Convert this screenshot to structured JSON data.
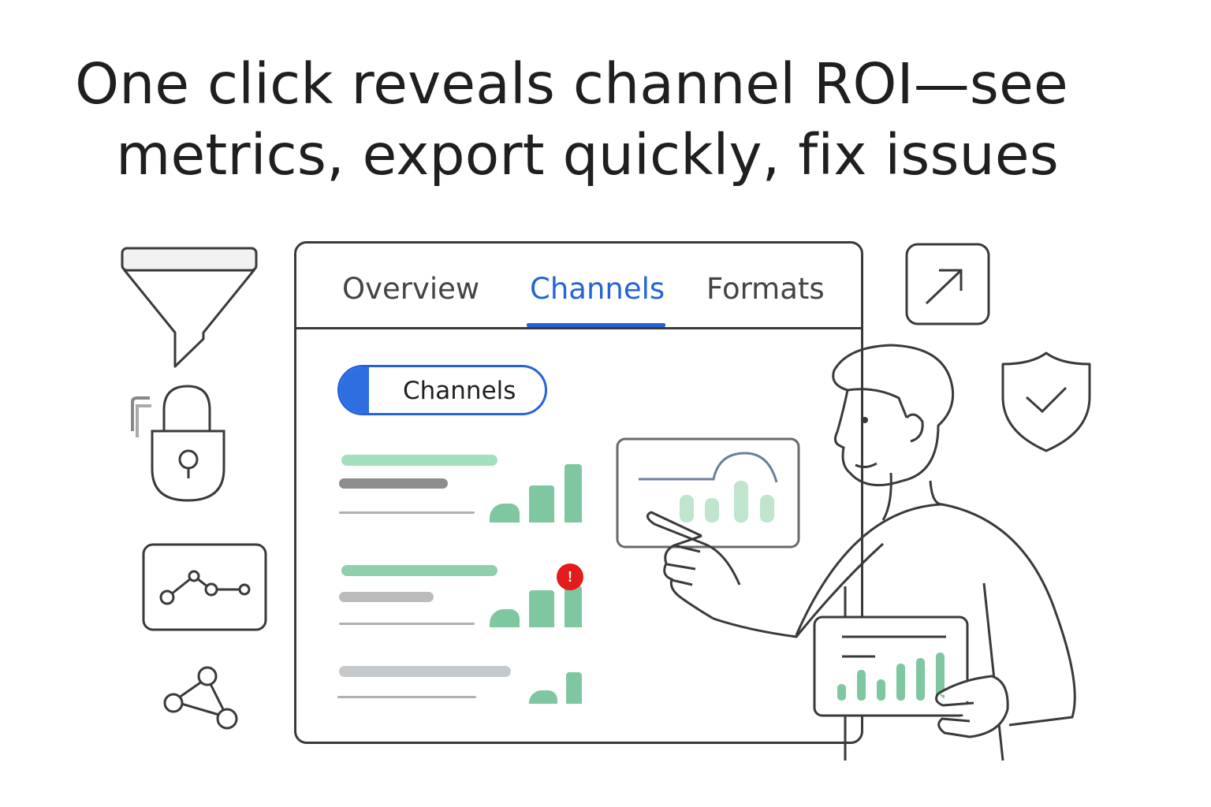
{
  "headline": {
    "line1": "One click reveals channel ROI—see",
    "line2": "metrics, export quickly, fix issues"
  },
  "window": {
    "tabs": [
      {
        "label": "Overview",
        "active": false
      },
      {
        "label": "Channels",
        "active": true
      },
      {
        "label": "Formats",
        "active": false
      }
    ],
    "toggle": {
      "label": "Channels",
      "on": true
    },
    "channel_rows": [
      {
        "has_alert": false
      },
      {
        "has_alert": true,
        "alert_text": "!"
      },
      {
        "has_alert": false
      }
    ]
  },
  "side_icons": [
    "funnel-icon",
    "lock-icon",
    "line-chart-icon",
    "network-icon"
  ],
  "right_icons": [
    "export-arrow-icon",
    "shield-check-icon"
  ],
  "colors": {
    "accent": "#2563d9",
    "bar_green": "#7fc7a0",
    "alert": "#e31b1b",
    "outline": "#3a3a3a"
  }
}
